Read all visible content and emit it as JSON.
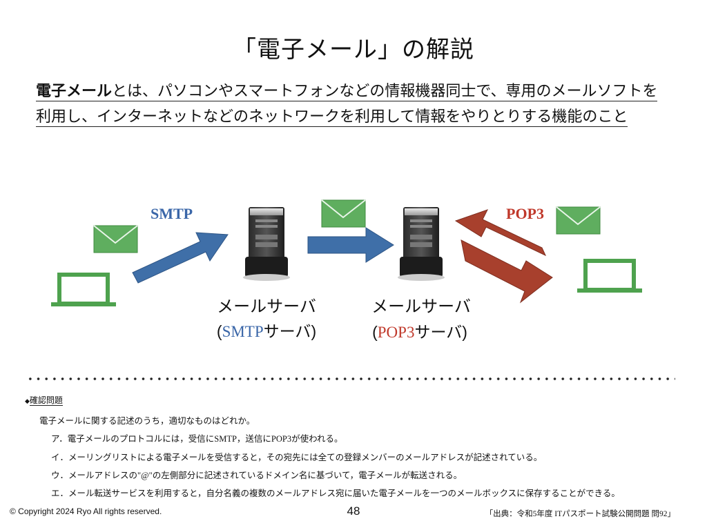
{
  "slide": {
    "title": "「電子メール」の解説",
    "definition": {
      "term": "電子メール",
      "body": "とは、パソコンやスマートフォンなどの情報機器同士で、専用のメールソフトを利用し、インターネットなどのネットワークを利用して情報をやりとりする機能のこと"
    }
  },
  "diagram": {
    "smtp_label": "SMTP",
    "pop3_label": "POP3",
    "server1": {
      "name": "メールサーバ",
      "open": "(",
      "proto": "SMTP",
      "suffix": "サーバ",
      "close": ")"
    },
    "server2": {
      "name": "メールサーバ",
      "open": "(",
      "proto": "POP3",
      "suffix": "サーバ",
      "close": ")"
    },
    "colors": {
      "arrow_blue": "#3f6fa8",
      "arrow_red": "#a8402d",
      "envelope_green": "#5fae5f",
      "laptop_green": "#4ea24e"
    }
  },
  "quiz": {
    "heading_mark": "◆",
    "heading": "確認問題",
    "question": "電子メールに関する記述のうち，適切なものはどれか。",
    "options": [
      "ア．電子メールのプロトコルには，受信にSMTP，送信にPOP3が使われる。",
      "イ．メーリングリストによる電子メールを受信すると，その宛先には全ての登録メンバーのメールアドレスが記述されている。",
      "ウ．メールアドレスの\"@\"の左側部分に記述されているドメイン名に基づいて，電子メールが転送される。",
      "エ．メール転送サービスを利用すると，自分名義の複数のメールアドレス宛に届いた電子メールを一つのメールボックスに保存することができる。"
    ]
  },
  "footer": {
    "copyright": "© Copyright 2024 Ryo All rights reserved.",
    "page": "48",
    "source": "「出典：令和5年度 ITパスポート試験公開問題 問92」"
  }
}
